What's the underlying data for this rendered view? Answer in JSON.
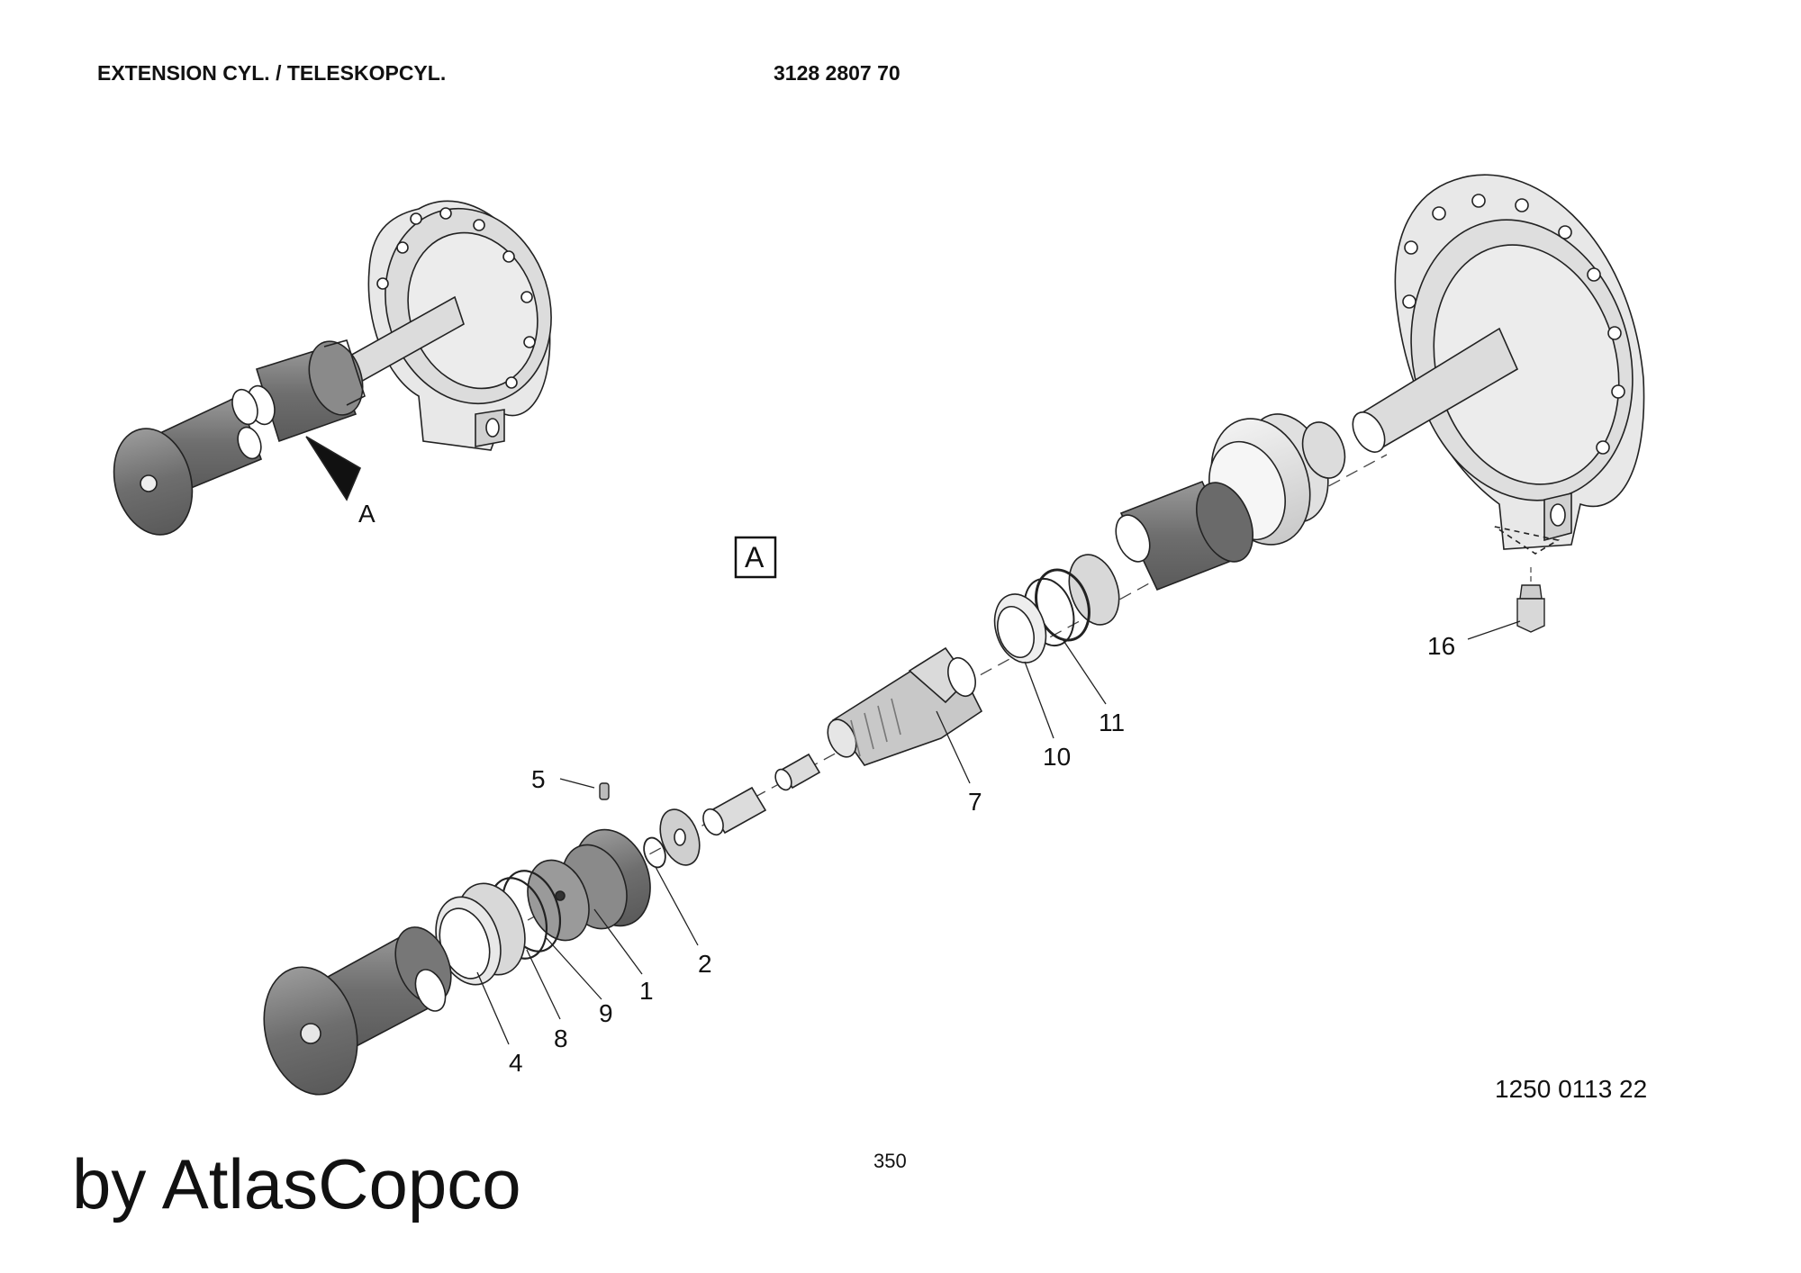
{
  "header": {
    "title": "EXTENSION CYL. / TELESKOPCYL.",
    "part_number": "3128 2807 70"
  },
  "detail": {
    "pointer_label": "A",
    "view_label": "A"
  },
  "callouts": [
    "1",
    "2",
    "4",
    "5",
    "7",
    "8",
    "9",
    "10",
    "11",
    "16"
  ],
  "footer": {
    "figure_number": "1250 0113 22",
    "page_number": "350",
    "brand": "by AtlasCopco"
  },
  "colors": {
    "part_fill": "#e6e6e6",
    "part_dark": "#8a8a8a",
    "part_mid": "#b8b8b8",
    "line": "#222222"
  }
}
